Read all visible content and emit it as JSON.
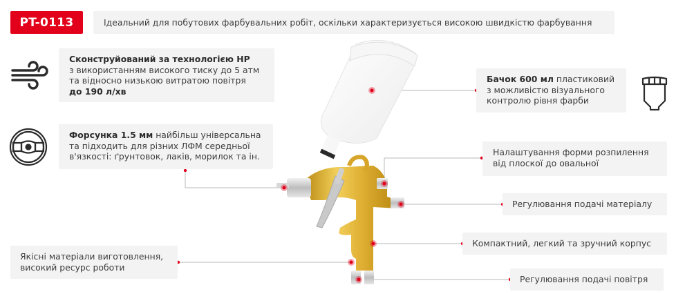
{
  "header": {
    "model_code": "PT-0113",
    "tagline": "Ідеальний для побутових фарбувальних робіт, оскільки характеризується високою швидкістю фарбування"
  },
  "features": {
    "hp_technology": {
      "icon": "wind-icon",
      "title": "Сконструйований за технологією HP",
      "line1": "з використанням високого тиску до 5 атм",
      "line2": "та відносно низькою витратою повітря",
      "highlight": "до 190 л/хв"
    },
    "nozzle": {
      "icon": "nozzle-icon",
      "title": "Форсунка 1.5 мм",
      "text_inline": " найбільш універсальна",
      "line2": "та підходить для різних ЛФМ середньої",
      "line3": "в'язкості: ґрунтовок, лаків, морилок та ін."
    },
    "quality": {
      "line1": "Якісні матеріали виготовлення,",
      "line2": "високий ресурс роботи"
    },
    "tank": {
      "icon": "paint-cup-icon",
      "title": "Бачок 600 мл",
      "text_inline": " пластиковий",
      "line2": "з можливістю візуального",
      "line3": "контролю рівня фарби"
    },
    "spray_pattern": {
      "line1": "Налаштування форми розпилення",
      "line2": "від плоскої до овальної"
    },
    "material_feed": {
      "text": "Регулювання подачі матеріалу"
    },
    "body": {
      "text": "Компактний, легкий та зручний корпус"
    },
    "air_feed": {
      "text": "Регулювання подачі повітря"
    }
  },
  "colors": {
    "accent_red": "#e2001a",
    "box_bg": "#f3f3f3",
    "line_gray": "#c8c8c8",
    "gun_gold": "#d9a826",
    "icon_dark": "#2b2b2b"
  }
}
